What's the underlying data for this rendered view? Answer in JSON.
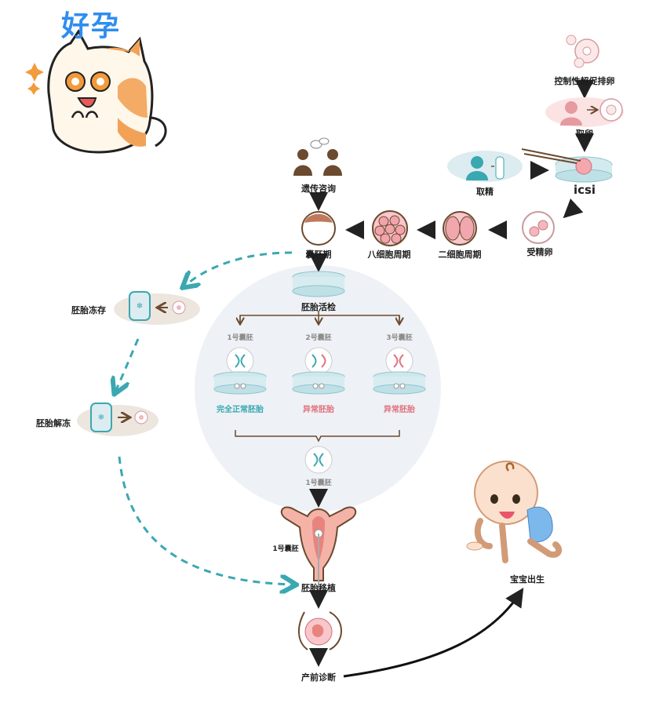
{
  "brand": {
    "logo_text": "好孕",
    "mascot": "cat-mascot"
  },
  "steps": {
    "ovarian_stimulation": "控制性超促排卵",
    "egg_retrieval": "取卵",
    "sperm_retrieval": "取精",
    "icsi": "icsi",
    "fertilized_egg": "受精卵",
    "two_cell": "二细胞周期",
    "eight_cell": "八细胞周期",
    "blastocyst": "囊胚期",
    "genetic_counseling": "遗传咨询",
    "embryo_biopsy": "胚胎活检",
    "embryo_freeze": "胚胎冻存",
    "embryo_thaw": "胚胎解冻",
    "embryo_transfer": "胚胎移植",
    "prenatal_diagnosis": "产前诊断",
    "birth": "宝宝出生"
  },
  "blastocysts": [
    {
      "label": "1号囊胚",
      "result": "完全正常胚胎"
    },
    {
      "label": "2号囊胚",
      "result": "异常胚胎"
    },
    {
      "label": "3号囊胚",
      "result": "异常胚胎"
    }
  ],
  "selected": {
    "label": "1号囊胚",
    "uterus_label": "1号囊胚"
  },
  "colors": {
    "teal": "#3aa8b1",
    "pink": "#e0727d",
    "circle_bg": "#eef1f6",
    "arrow": "#222222"
  }
}
